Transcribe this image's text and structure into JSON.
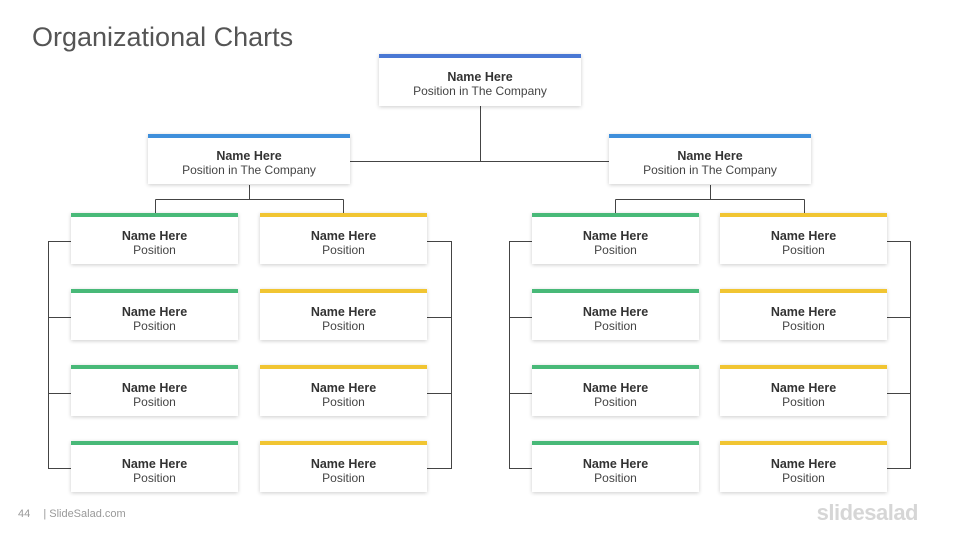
{
  "title": "Organizational Charts",
  "colors": {
    "top": "#4a78d4",
    "manager": "#3f8fdb",
    "green": "#48b978",
    "yellow": "#f1c532",
    "line": "#444444"
  },
  "top": {
    "name": "Name Here",
    "position": "Position in The Company"
  },
  "managers": [
    {
      "name": "Name Here",
      "position": "Position in The Company"
    },
    {
      "name": "Name Here",
      "position": "Position in The Company"
    }
  ],
  "teams": [
    {
      "green": [
        {
          "name": "Name Here",
          "position": "Position"
        },
        {
          "name": "Name Here",
          "position": "Position"
        },
        {
          "name": "Name Here",
          "position": "Position"
        },
        {
          "name": "Name Here",
          "position": "Position"
        }
      ],
      "yellow": [
        {
          "name": "Name Here",
          "position": "Position"
        },
        {
          "name": "Name Here",
          "position": "Position"
        },
        {
          "name": "Name Here",
          "position": "Position"
        },
        {
          "name": "Name Here",
          "position": "Position"
        }
      ]
    },
    {
      "green": [
        {
          "name": "Name Here",
          "position": "Position"
        },
        {
          "name": "Name Here",
          "position": "Position"
        },
        {
          "name": "Name Here",
          "position": "Position"
        },
        {
          "name": "Name Here",
          "position": "Position"
        }
      ],
      "yellow": [
        {
          "name": "Name Here",
          "position": "Position"
        },
        {
          "name": "Name Here",
          "position": "Position"
        },
        {
          "name": "Name Here",
          "position": "Position"
        },
        {
          "name": "Name Here",
          "position": "Position"
        }
      ]
    }
  ],
  "footer": {
    "page": "44",
    "source": "| SlideSalad.com"
  },
  "brand": "slidesalad"
}
